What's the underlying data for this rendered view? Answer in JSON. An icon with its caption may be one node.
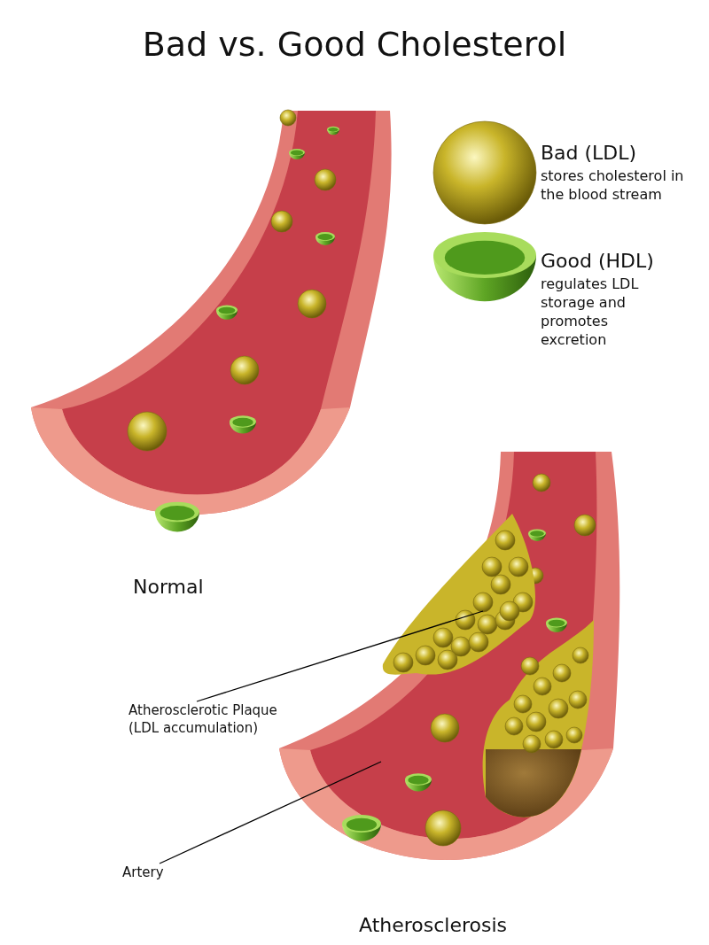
{
  "diagram": {
    "title": "Bad vs. Good Cholesterol",
    "nodes": [
      {
        "text": [
          "Atherosclerotic Plaque (LDL accumulation)"
        ]
      },
      {
        "text": [],
        "shape": "picture"
      },
      {
        "text": [
          "Artery"
        ]
      },
      {
        "text": [],
        "shape": "picture"
      }
    ],
    "edges": [
      {
        "from": 0,
        "to": 1,
        "arrow": "none"
      },
      {
        "from": 2,
        "to": 3,
        "arrow": "none"
      }
    ],
    "labels": [
      "stores cholesterol in the blood stream",
      "regulates LDL storage and promotes excretion",
      "Normal",
      "Atherosclerosis"
    ],
    "legend": [
      {
        "text": "Bad (LDL)"
      },
      {
        "text": "Good (HDL)"
      }
    ]
  }
}
